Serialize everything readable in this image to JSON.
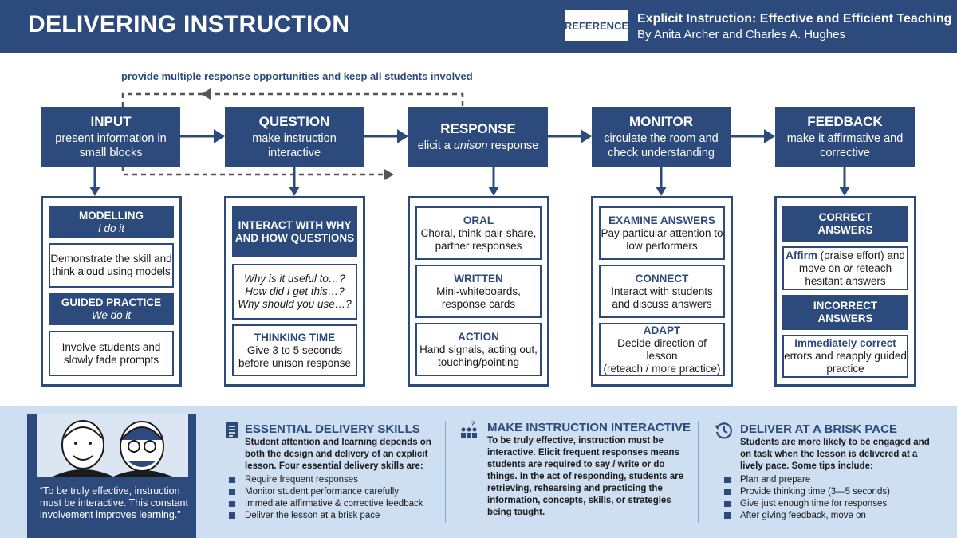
{
  "header": {
    "title": "DELIVERING INSTRUCTION",
    "reference_label": "REFERENCE",
    "book_title": "Explicit Instruction: Effective and Efficient Teaching",
    "book_authors": "By Anita Archer and Charles A. Hughes"
  },
  "loop_label": "provide multiple response opportunities and keep all students involved",
  "stages": [
    {
      "title": "INPUT",
      "sub1": "present information in",
      "sub2": "small blocks"
    },
    {
      "title": "QUESTION",
      "sub1": "make instruction",
      "sub2": "interactive"
    },
    {
      "title": "RESPONSE",
      "sub_pre": "elicit a ",
      "sub_em": "unison",
      "sub_post": " response"
    },
    {
      "title": "MONITOR",
      "sub1": "circulate the room and",
      "sub2": "check understanding"
    },
    {
      "title": "FEEDBACK",
      "sub1": "make it affirmative and",
      "sub2": "corrective"
    }
  ],
  "input_col": {
    "modelling_title": "MODELLING",
    "modelling_sub": "I do it",
    "modelling_text1": "Demonstrate the skill and",
    "modelling_text2": "think aloud using models",
    "guided_title": "GUIDED PRACTICE",
    "guided_sub": "We do it",
    "guided_text1": "Involve students and",
    "guided_text2": "slowly fade prompts"
  },
  "question_col": {
    "why_title1": "INTERACT WITH WHY",
    "why_title2": "AND HOW QUESTIONS",
    "q1": "Why is it useful to…?",
    "q2": "How did I get this…?",
    "q3": "Why should you use…?",
    "think_title": "THINKING TIME",
    "think_text1": "Give 3 to 5 seconds",
    "think_text2": "before unison response"
  },
  "response_col": {
    "oral_title": "ORAL",
    "oral_text1": "Choral, think-pair-share,",
    "oral_text2": "partner responses",
    "written_title": "WRITTEN",
    "written_text1": "Mini-whiteboards,",
    "written_text2": "response cards",
    "action_title": "ACTION",
    "action_text1": "Hand signals, acting out,",
    "action_text2": "touching/pointing"
  },
  "monitor_col": {
    "examine_title": "EXAMINE ANSWERS",
    "examine_text1": "Pay particular attention to",
    "examine_text2": "low performers",
    "connect_title": "CONNECT",
    "connect_text1": "Interact with students",
    "connect_text2": "and discuss answers",
    "adapt_title": "ADAPT",
    "adapt_text1": "Decide direction of lesson",
    "adapt_text2": "(reteach / more practice)"
  },
  "feedback_col": {
    "correct_title1": "CORRECT",
    "correct_title2": "ANSWERS",
    "affirm_word": "Affirm",
    "affirm_rest": " (praise effort) and",
    "affirm_line2_pre": "move on ",
    "affirm_line2_em": "or",
    "affirm_line2_post": " reteach",
    "affirm_line3": "hesitant answers",
    "incorrect_title1": "INCORRECT",
    "incorrect_title2": "ANSWERS",
    "immediately_title": "Immediately correct",
    "immediately_text1": "errors and reapply guided",
    "immediately_text2": "practice"
  },
  "quote": "“To be truly effective, instruction must be interactive. This constant involvement improves learning.”",
  "sections": [
    {
      "icon": "document-icon",
      "title": "ESSENTIAL DELIVERY SKILLS",
      "lines": [
        "Student attention and learning depends on",
        "both the design and delivery of an explicit",
        "lesson. Four essential delivery skills are:"
      ],
      "bullets": [
        "Require frequent responses",
        "Monitor student performance carefully",
        "Immediate affirmative & corrective feedback",
        "Deliver the lesson at a brisk pace"
      ]
    },
    {
      "icon": "classroom-icon",
      "title": "MAKE INSTRUCTION INTERACTIVE",
      "lines": [
        "To be truly effective, instruction must be",
        "interactive. Elicit frequent responses means",
        "students are required to say / write or do",
        "things. In the act of responding, students are",
        "retrieving, rehearsing and practicing the",
        "information, concepts, skills, or strategies",
        "being taught."
      ]
    },
    {
      "icon": "clock-arrow-icon",
      "title": "DELIVER AT A BRISK PACE",
      "lines": [
        "Students are more likely to be engaged and",
        "on task when the lesson is delivered at a",
        "lively pace. Some tips include:"
      ],
      "bullets": [
        "Plan and prepare",
        "Provide thinking time (3—5 seconds)",
        "Give just enough time for responses",
        "After giving feedback, move on"
      ]
    }
  ],
  "colors": {
    "primary": "#2c4a7c",
    "bottom_bg": "#cfdff2",
    "arrow": "#2c4a7c",
    "dashed": "#555555"
  }
}
